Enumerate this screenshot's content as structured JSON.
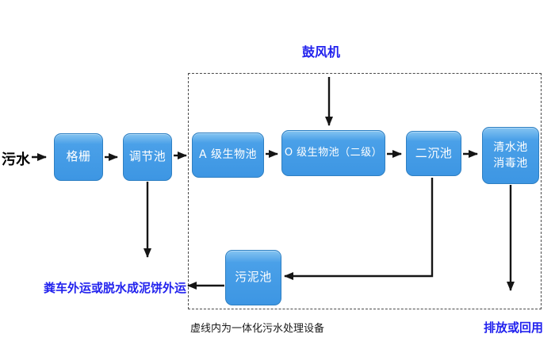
{
  "diagram": {
    "influent": "污水",
    "blower": "鼓风机",
    "nodes": {
      "bar_screen": "格栅",
      "regulating_tank": "调节池",
      "bio_tank_a": "A 级生物池",
      "bio_tank_o": "O 级生物池（二级）",
      "secondary_clarifier": "二沉池",
      "clear_water_tank": "清水池",
      "disinfection_tank": "消毒池",
      "sludge_tank": "污泥池"
    },
    "annotations": {
      "sludge_disposal": "粪车外运或脱水成泥饼外运",
      "dashed_box_caption": "虚线内为一体化污水处理设备",
      "effluent": "排放或回用"
    },
    "colors": {
      "node_fill": "#3f98e4",
      "node_fill_light": "#85c4f1",
      "node_border": "#2e7fc2",
      "accent_text_blue": "#2222ee",
      "arrow_black": "#151515"
    }
  }
}
